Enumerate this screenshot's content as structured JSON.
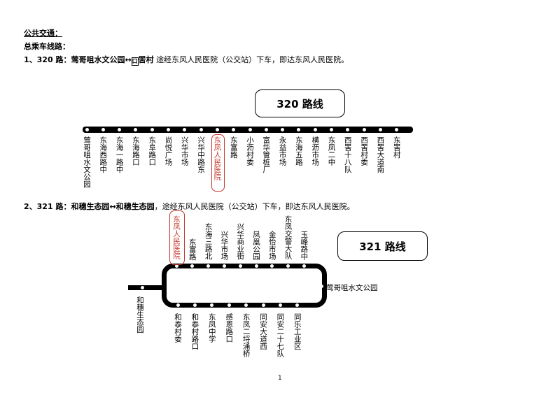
{
  "header": {
    "title": "公共交通：",
    "subtitle": "总乘车线路：",
    "line1_prefix": "1、320 路：莺哥咀水文公园↔",
    "line1_box": "口",
    "line1_suffix": "罟村",
    "line1_note": " 途经东风人民医院（公交站）下车，即达东风人民医院。",
    "line2_prefix": "2、321 路：和穗生态园↔和穗生态园",
    "line2_note": "，途经东风人民医院（公交站）下车，即达东风人民医院。"
  },
  "route320": {
    "label": "320 路线",
    "stops": [
      "莺哥咀水文公园",
      "东海西路中",
      "东海一路中",
      "东海路口",
      "东阜路口",
      "尚悦广场",
      "兴华市场",
      "兴华中路东",
      "东凤人民医院",
      "东富路",
      "小沥村委",
      "富华管桩厂",
      "永益市场",
      "东海五路",
      "横沥市场",
      "东凤二中",
      "西罟十八队",
      "西罟村委",
      "西罟大道南",
      "东罟村"
    ]
  },
  "route321": {
    "label": "321 路线",
    "top_stops": [
      "东凤人民医院",
      "东富路",
      "东海三路北",
      "兴华市场",
      "兴华商业街",
      "凤凰公园",
      "金怡市场",
      "东凤交警大队",
      "玉峰路中"
    ],
    "bottom_stops": [
      "和泰村委",
      "和泰村路口",
      "东凤中学",
      "感恩路口",
      "东凤二埒涌桥",
      "同安大道西",
      "同安二十七队",
      "同乐工业区"
    ],
    "right_stop": "莺哥咀水文公园",
    "origin": "和穗生态园"
  },
  "highlight_color": "#c0392b",
  "page_number": "1"
}
